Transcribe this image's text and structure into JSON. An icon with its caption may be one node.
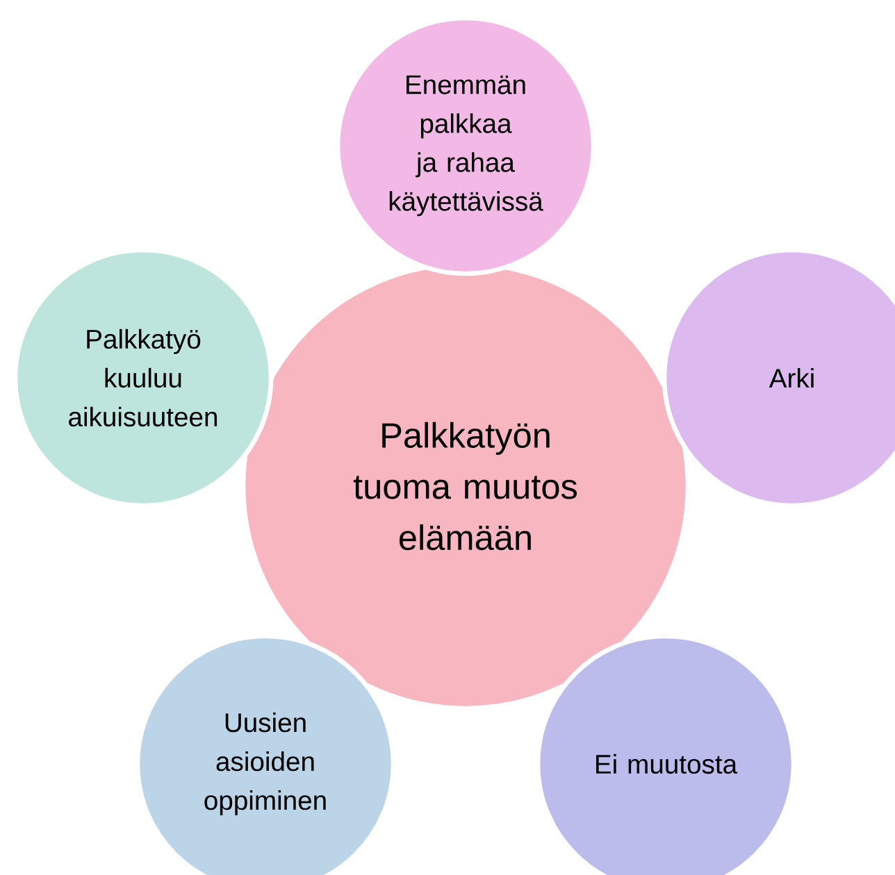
{
  "diagram": {
    "nodes": [
      {
        "text": [
          "Enemmän palkkaa ja rahaa käytettävissä"
        ]
      },
      {
        "text": [
          "Palkkatyö kuuluu aikuisuuteen"
        ]
      },
      {
        "text": [
          "Palkkatyön tuoma muutos elämään"
        ]
      },
      {
        "text": [
          "Arki"
        ]
      },
      {
        "text": [
          "Uusien asioiden oppiminen"
        ]
      },
      {
        "text": [
          "Ei muutosta"
        ]
      }
    ]
  }
}
